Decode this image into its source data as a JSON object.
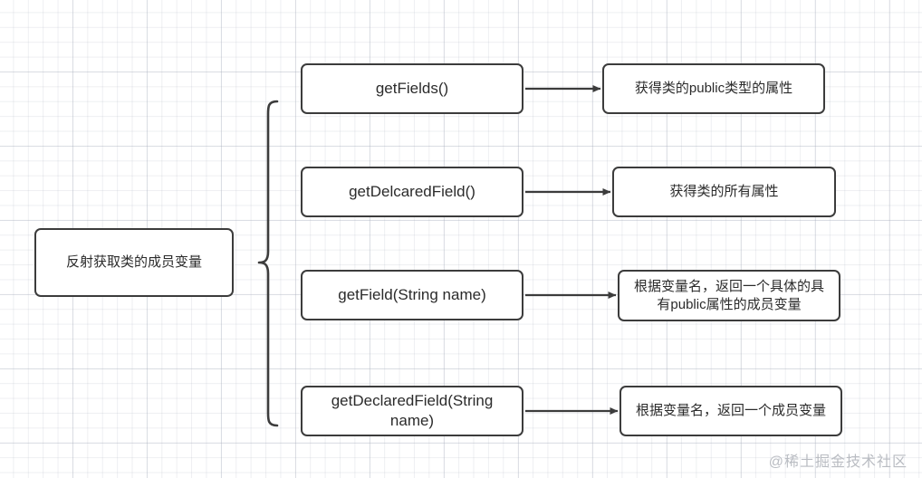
{
  "diagram": {
    "root": {
      "label": "反射获取类的成员变量"
    },
    "brace": {
      "icon": "curly-brace-icon"
    },
    "rows": [
      {
        "method": "getFields()",
        "description": "获得类的public类型的属性",
        "arrow": "arrow-right-icon"
      },
      {
        "method": "getDelcaredField()",
        "description": "获得类的所有属性",
        "arrow": "arrow-right-icon"
      },
      {
        "method": "getField(String name)",
        "description": "根据变量名，返回一个具体的具有public属性的成员变量",
        "arrow": "arrow-right-icon"
      },
      {
        "method": "getDeclaredField(String name)",
        "description": "根据变量名，返回一个成员变量",
        "arrow": "arrow-right-icon"
      }
    ]
  },
  "watermark": {
    "text": "@稀土掘金技术社区"
  },
  "colors": {
    "border": "#3c3c3c",
    "text": "#2b2b2b",
    "background": "#ffffff",
    "grid_minor": "#969daf",
    "grid_major": "#aab0be",
    "watermark": "#b9bcc2"
  }
}
